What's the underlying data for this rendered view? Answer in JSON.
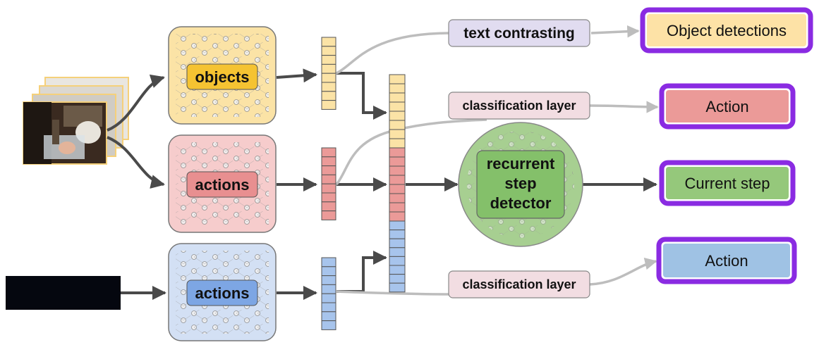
{
  "encoders": {
    "video_objects": {
      "label": "objects",
      "fill": "#fbe3a6",
      "label_fill": "#f5c332"
    },
    "video_actions": {
      "label": "actions",
      "fill": "#f6cccc",
      "label_fill": "#e88f90"
    },
    "audio_actions": {
      "label": "actions",
      "fill": "#d3e0f4",
      "label_fill": "#7da6e4"
    }
  },
  "heads": {
    "text_contrasting": {
      "label": "text contrasting",
      "fill": "#e1dcf0"
    },
    "classification_video": {
      "label": "classification layer",
      "fill": "#f2dde2"
    },
    "classification_audio": {
      "label": "classification layer",
      "fill": "#f2dde2"
    }
  },
  "step_detector": {
    "label_lines": [
      "recurrent",
      "step",
      "detector"
    ],
    "fill": "#a7cf91",
    "inner_fill": "#84c06a"
  },
  "outputs": {
    "object_detections": {
      "label": "Object detections",
      "fill": "#fde2a6"
    },
    "action_video": {
      "label": "Action",
      "fill": "#eb9a98"
    },
    "current_step": {
      "label": "Current step",
      "fill": "#95c87b"
    },
    "action_audio": {
      "label": "Action",
      "fill": "#9fc2e4"
    }
  },
  "colors": {
    "output_border": "#8a2be2",
    "arrow_dark": "#4a4a4a",
    "arrow_light": "#bdbdbd",
    "feature_yellow": "#fbe3a6",
    "feature_red": "#eb9a98",
    "feature_blue": "#a7c4ec"
  }
}
